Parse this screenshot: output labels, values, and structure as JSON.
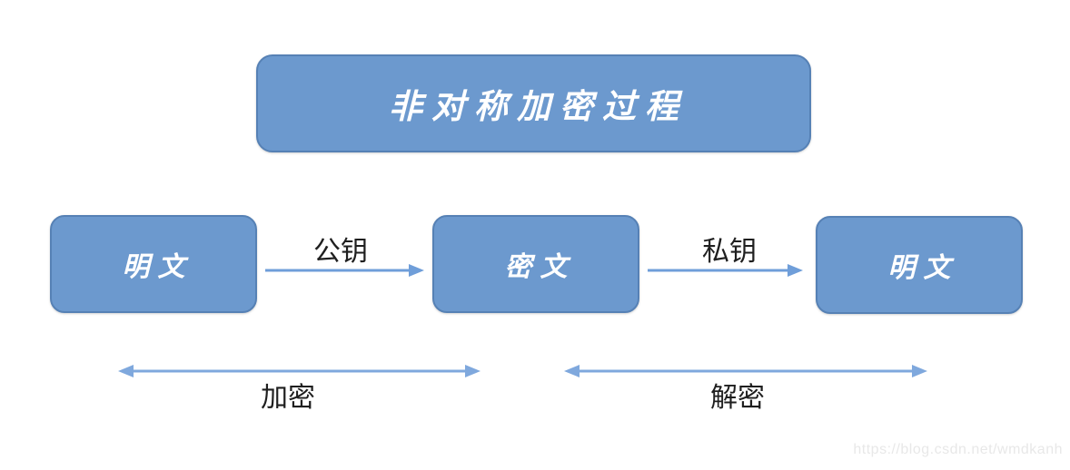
{
  "title": {
    "label": "非对称加密过程"
  },
  "nodes": [
    {
      "id": "plaintext-source",
      "label": "明文"
    },
    {
      "id": "ciphertext",
      "label": "密文"
    },
    {
      "id": "plaintext-result",
      "label": "明文"
    }
  ],
  "flow_arrows": [
    {
      "id": "public-key",
      "label": "公钥"
    },
    {
      "id": "private-key",
      "label": "私钥"
    }
  ],
  "phase_arrows": [
    {
      "id": "encrypt",
      "label": "加密"
    },
    {
      "id": "decrypt",
      "label": "解密"
    }
  ],
  "watermark": {
    "text": "https://blog.csdn.net/wmdkanh"
  },
  "colors": {
    "node_fill": "#6C99CE",
    "node_border": "#5681B5",
    "node_text": "#ffffff",
    "arrow": "#6F9ED9",
    "phase_arrow": "#7FA8DD",
    "label_text": "#1f1f1f",
    "watermark_text": "#e8e8e8"
  }
}
